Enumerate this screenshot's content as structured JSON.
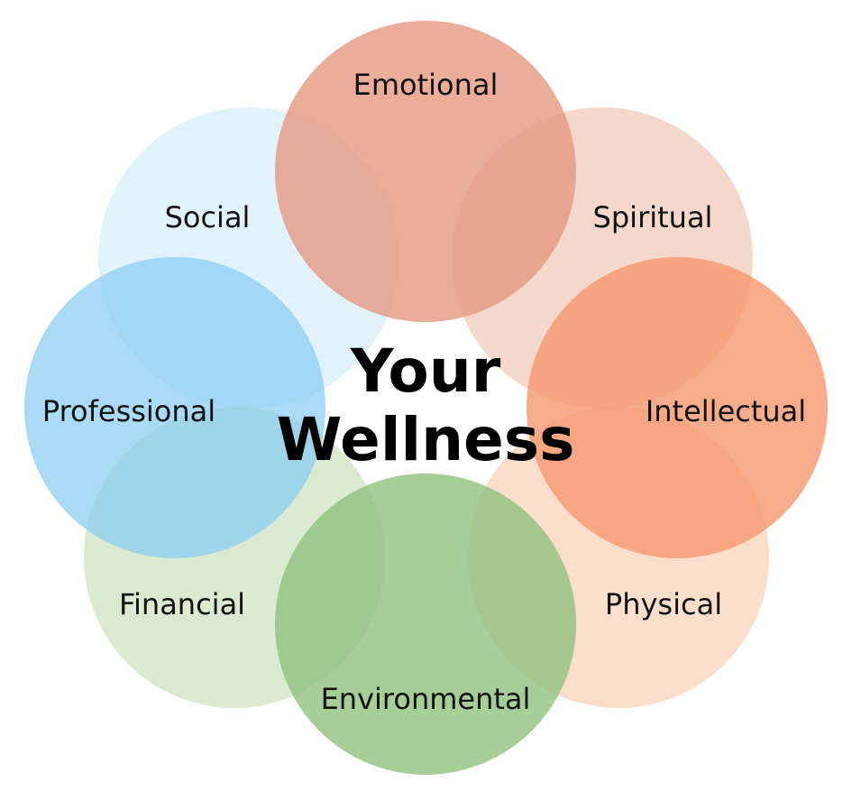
{
  "center": {
    "line1": "Your",
    "line2": "Wellness"
  },
  "dimensions": [
    {
      "key": "emotional",
      "label": "Emotional",
      "color": "#E59B84",
      "opacity": 0.82
    },
    {
      "key": "spiritual",
      "label": "Spiritual",
      "color": "#EFC0AD",
      "opacity": 0.62
    },
    {
      "key": "intellectual",
      "label": "Intellectual",
      "color": "#F5966A",
      "opacity": 0.78
    },
    {
      "key": "physical",
      "label": "Physical",
      "color": "#F9C9AA",
      "opacity": 0.6
    },
    {
      "key": "environmental",
      "label": "Environmental",
      "color": "#8EC07C",
      "opacity": 0.78
    },
    {
      "key": "financial",
      "label": "Financial",
      "color": "#C3DEB5",
      "opacity": 0.62
    },
    {
      "key": "professional",
      "label": "Professional",
      "color": "#86CCF2",
      "opacity": 0.7
    },
    {
      "key": "social",
      "label": "Social",
      "color": "#CDE9F8",
      "opacity": 0.58
    }
  ]
}
